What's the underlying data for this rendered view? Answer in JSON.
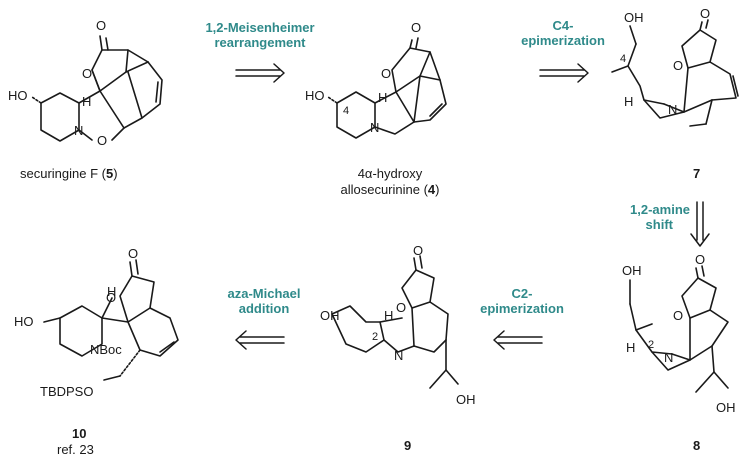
{
  "colors": {
    "step_text": "#2f8a8a",
    "ink": "#1a1a1a"
  },
  "atoms": {
    "o": "O",
    "h": "H",
    "n": "N",
    "ho": "HO",
    "oh": "OH",
    "nboc": "NBoc",
    "tbdpso": "TBDPSO"
  },
  "locants": {
    "four": "4",
    "two": "2"
  },
  "steps": {
    "s1_line1": "1,2-Meisenheimer",
    "s1_line2": "rearrangement",
    "s2_line1": "C4-",
    "s2_line2": "epimerization",
    "s3_line1": "1,2-amine",
    "s3_line2": "shift",
    "s4_line1": "C2-",
    "s4_line2": "epimerization",
    "s5_line1": "aza-Michael",
    "s5_line2": "addition"
  },
  "compounds": {
    "c5": {
      "name": "securingine F (",
      "number": "5",
      "close": ")"
    },
    "c4": {
      "line1": "4α-hydroxy",
      "line2": "allosecurinine (",
      "number": "4",
      "close": ")"
    },
    "c7": {
      "number": "7"
    },
    "c8": {
      "number": "8"
    },
    "c9": {
      "number": "9"
    },
    "c10": {
      "number": "10",
      "ref": "ref. 23"
    }
  }
}
